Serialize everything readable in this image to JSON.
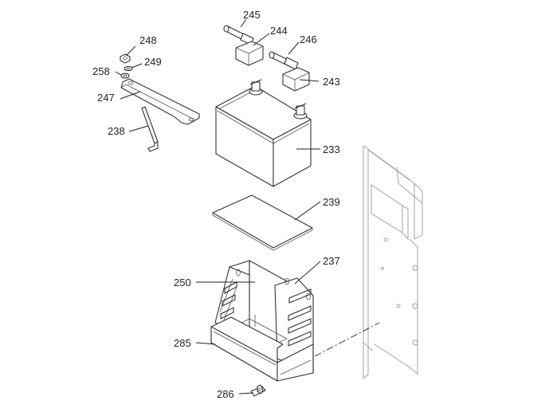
{
  "callouts": [
    {
      "id": "245",
      "text": "245"
    },
    {
      "id": "244",
      "text": "244"
    },
    {
      "id": "248",
      "text": "248"
    },
    {
      "id": "246",
      "text": "246"
    },
    {
      "id": "249",
      "text": "249"
    },
    {
      "id": "258",
      "text": "258"
    },
    {
      "id": "243",
      "text": "243"
    },
    {
      "id": "247",
      "text": "247"
    },
    {
      "id": "238",
      "text": "238"
    },
    {
      "id": "233",
      "text": "233"
    },
    {
      "id": "239",
      "text": "239"
    },
    {
      "id": "237",
      "text": "237"
    },
    {
      "id": "250",
      "text": "250"
    },
    {
      "id": "285",
      "text": "285"
    },
    {
      "id": "286",
      "text": "286"
    }
  ]
}
